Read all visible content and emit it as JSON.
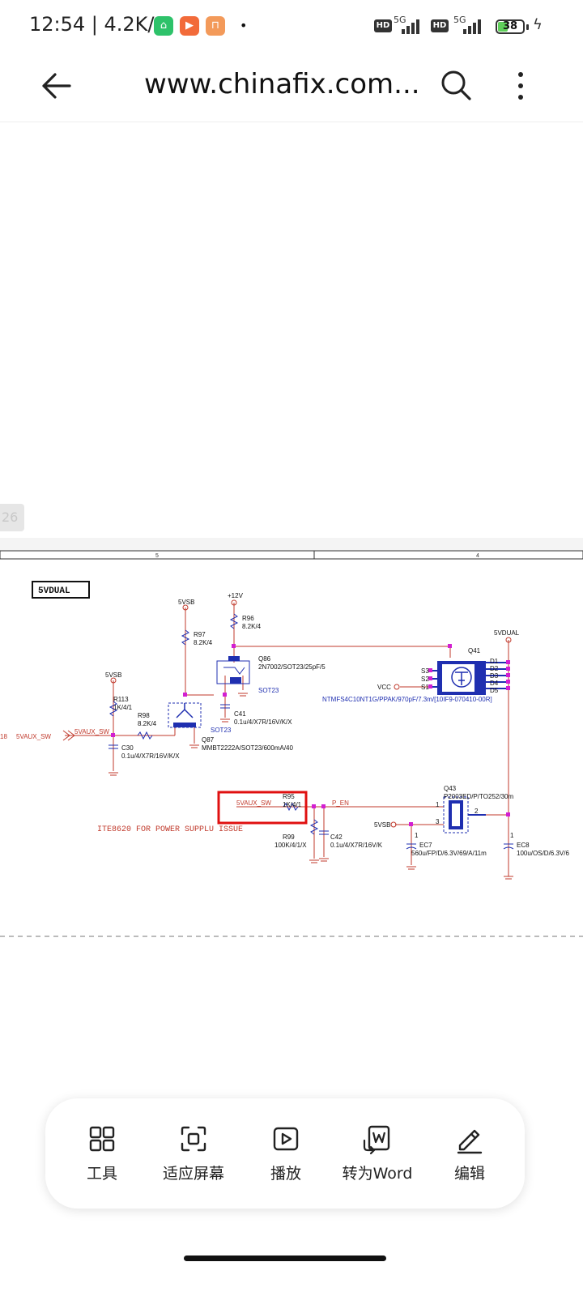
{
  "status_bar": {
    "time": "12:54",
    "net_speed": "4.2K/s",
    "signal_1": "5G",
    "signal_2": "5G",
    "hd_label": "HD",
    "battery": "38",
    "app_icons": [
      "mi-home-icon",
      "video-call-icon",
      "shopping-icon"
    ]
  },
  "top_bar": {
    "title": "www.chinafix.com..."
  },
  "page_badge": "26",
  "schematic": {
    "border_numbers": [
      "5",
      "4"
    ],
    "title_box": "5VDUAL",
    "net_labels": {
      "5vsb_1": "5VSB",
      "5vsb_2": "5VSB",
      "5vsb_3": "5VSB",
      "p12v": "+12V",
      "vcc": "VCC",
      "5vdual": "5VDUAL",
      "5vaux_left": "5VAUX_SW",
      "5vaux_sw": "5VAUX_SW",
      "p_en": "P_EN",
      "sheet_ref": "18"
    },
    "components": {
      "r97": "R97",
      "r97_val": "8.2K/4",
      "r96": "R96",
      "r96_val": "8.2K/4",
      "q86": "Q86",
      "q86_val": "2N7002/SOT23/25pF/5",
      "q86_pkg": "SOT23",
      "q41": "Q41",
      "q41_val": "NTMFS4C10NT1G/PPAK/970pF/7.3m/[10IF9-070410-00R]",
      "r113": "R113",
      "r113_val": "1K/4/1",
      "r98": "R98",
      "r98_val": "8.2K/4",
      "c41": "C41",
      "c41_val": "0.1u/4/X7R/16V/K/X",
      "q87_pkg": "SOT23",
      "q87": "Q87",
      "q87_val": "MMBT2222A/SOT23/600mA/40",
      "c30": "C30",
      "c30_val": "0.1u/4/X7R/16V/K/X",
      "r95": "R95",
      "r95_val": "1K/4/1",
      "r99": "R99",
      "r99_val": "100K/4/1/X",
      "c42": "C42",
      "c42_val": "0.1u/4/X7R/16V/K",
      "q43": "Q43",
      "q43_val": "P2003ED/P/TO252/30m",
      "ec7": "EC7",
      "ec7_val": "560u/FP/D/6.3V/69/A/11m",
      "ec8": "EC8",
      "ec8_val": "100u/OS/D/6.3V/6"
    },
    "pins": {
      "s3": "S3",
      "s2": "S2",
      "s1": "S1",
      "d1": "D1",
      "d2": "D2",
      "d3": "D3",
      "d4": "D4",
      "d5": "D5",
      "q43_1": "1",
      "q43_2": "2",
      "q43_3": "3",
      "ec7_1": "1",
      "ec8_1": "1"
    },
    "note": "ITE8620 FOR POWER SUPPLU ISSUE",
    "colors": {
      "wire": "#c0392b",
      "part": "#1f2fb0",
      "junction": "#d21fd2",
      "highlight": "#e01010"
    }
  },
  "toolbar": {
    "items": [
      {
        "label": "工具",
        "icon": "grid-icon"
      },
      {
        "label": "适应屏幕",
        "icon": "fit-screen-icon"
      },
      {
        "label": "播放",
        "icon": "play-icon"
      },
      {
        "label": "转为Word",
        "icon": "convert-word-icon"
      },
      {
        "label": "编辑",
        "icon": "edit-pencil-icon"
      }
    ]
  }
}
